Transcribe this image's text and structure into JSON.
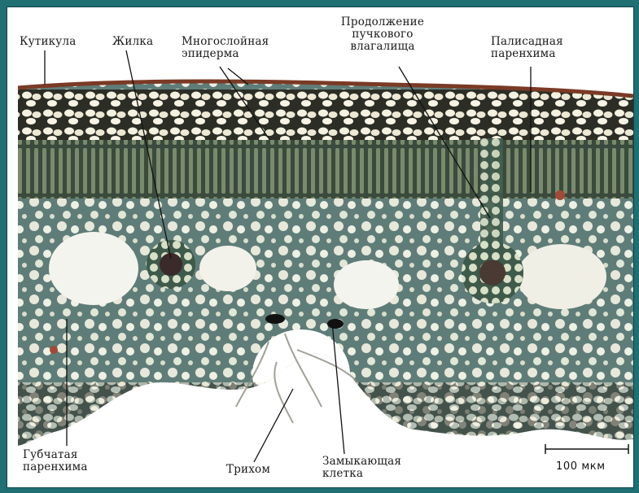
{
  "figure": {
    "background_color": "#1f6f73",
    "labels": {
      "cuticle": "Кутикула",
      "vein": "Жилка",
      "multilayer_epidermis": [
        "Многослойная",
        "эпидерма"
      ],
      "bundle_sheath_extension": [
        "Продолжение",
        "пучкового",
        "влагалища"
      ],
      "palisade_parenchyma": [
        "Палисадная",
        "паренхима"
      ],
      "spongy_parenchyma": [
        "Губчатая",
        "паренхима"
      ],
      "trichome": "Трихом",
      "guard_cell": [
        "Замыкающая",
        "клетка"
      ]
    },
    "scale_bar": {
      "label": "100 мкм"
    }
  }
}
